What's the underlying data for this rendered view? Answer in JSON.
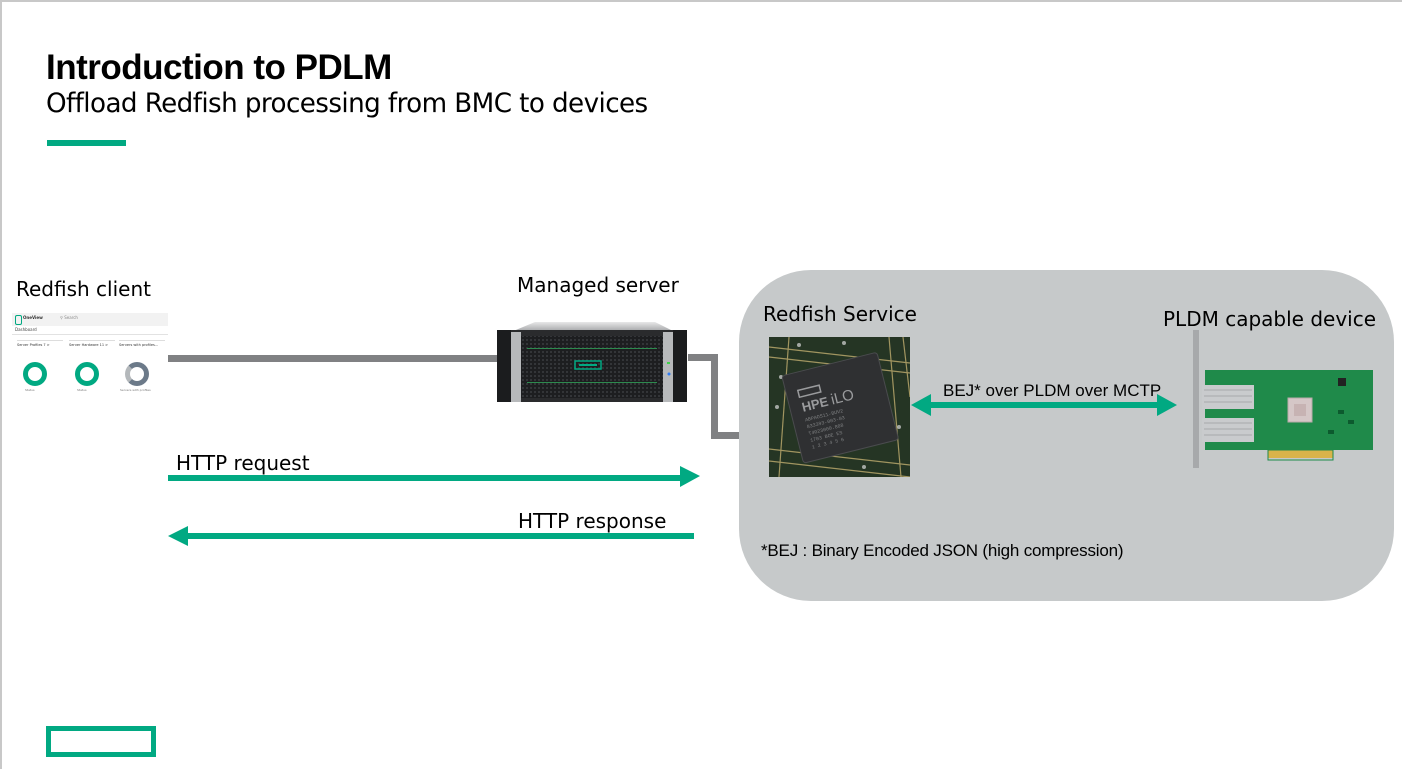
{
  "slide": {
    "title": "Introduction to PDLM",
    "subtitle": "Offload Redfish processing from BMC to devices",
    "accent_color": "#01a982",
    "panel_color": "#c6c9ca",
    "wire_color": "#808183"
  },
  "client": {
    "label": "Redfish client",
    "screenshot": {
      "app_name": "OneView",
      "search_placeholder": "Search",
      "page": "Dashboard",
      "cards": [
        {
          "title": "Server Profiles 7 >",
          "footer": "Status"
        },
        {
          "title": "Server Hardware 11 >",
          "footer": "Status"
        },
        {
          "title": "Servers with profiles...",
          "footer": "Servers with profiles"
        }
      ]
    }
  },
  "server": {
    "label": "Managed server",
    "icon": "rack-server-icon"
  },
  "service_panel": {
    "service_label": "Redfish Service",
    "service_icon": "hpe-ilo-chip-icon",
    "chip_text": [
      "HPE iLO"
    ],
    "device_label": "PLDM capable device",
    "device_icon": "network-adapter-card-icon",
    "link_label": "BEJ* over PLDM over MCTP",
    "footnote": "*BEJ : Binary Encoded JSON (high compression)"
  },
  "flows": {
    "request": "HTTP request",
    "response": "HTTP response"
  },
  "footer": {
    "logo": "hpe-logo-icon"
  }
}
